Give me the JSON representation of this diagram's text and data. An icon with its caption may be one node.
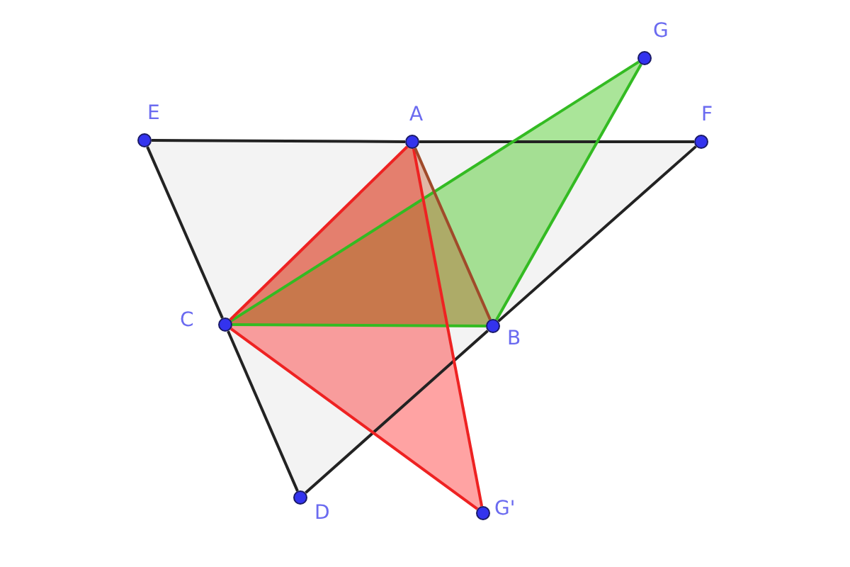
{
  "diagram": {
    "nodes": [
      {
        "text": [
          "G"
        ]
      },
      {
        "text": [
          "E"
        ]
      },
      {
        "text": [
          "A"
        ]
      },
      {
        "text": [
          "F"
        ]
      },
      {
        "text": [
          "C"
        ]
      },
      {
        "text": [
          "B"
        ]
      },
      {
        "text": [
          "D"
        ]
      },
      {
        "text": [
          "G'"
        ]
      }
    ],
    "edges": [
      {
        "from": 1,
        "to": 2,
        "arrow": "none"
      },
      {
        "from": 2,
        "to": 3,
        "arrow": "none"
      },
      {
        "from": 3,
        "to": 5,
        "arrow": "none"
      },
      {
        "from": 5,
        "to": 6,
        "arrow": "none"
      },
      {
        "from": 1,
        "to": 4,
        "arrow": "none"
      },
      {
        "from": 4,
        "to": 6,
        "arrow": "none"
      },
      {
        "from": 4,
        "to": 0,
        "arrow": "none",
        "color": "#33bb22"
      },
      {
        "from": 0,
        "to": 5,
        "arrow": "none",
        "color": "#33bb22"
      },
      {
        "from": 4,
        "to": 5,
        "arrow": "none",
        "color": "#33bb22"
      },
      {
        "from": 2,
        "to": 4,
        "arrow": "none",
        "color": "#ee2222"
      },
      {
        "from": 4,
        "to": 7,
        "arrow": "none",
        "color": "#ee2222"
      },
      {
        "from": 2,
        "to": 7,
        "arrow": "none",
        "color": "#ee2222"
      },
      {
        "from": 2,
        "to": 5,
        "arrow": "none",
        "color": "#a04a2a"
      }
    ]
  }
}
